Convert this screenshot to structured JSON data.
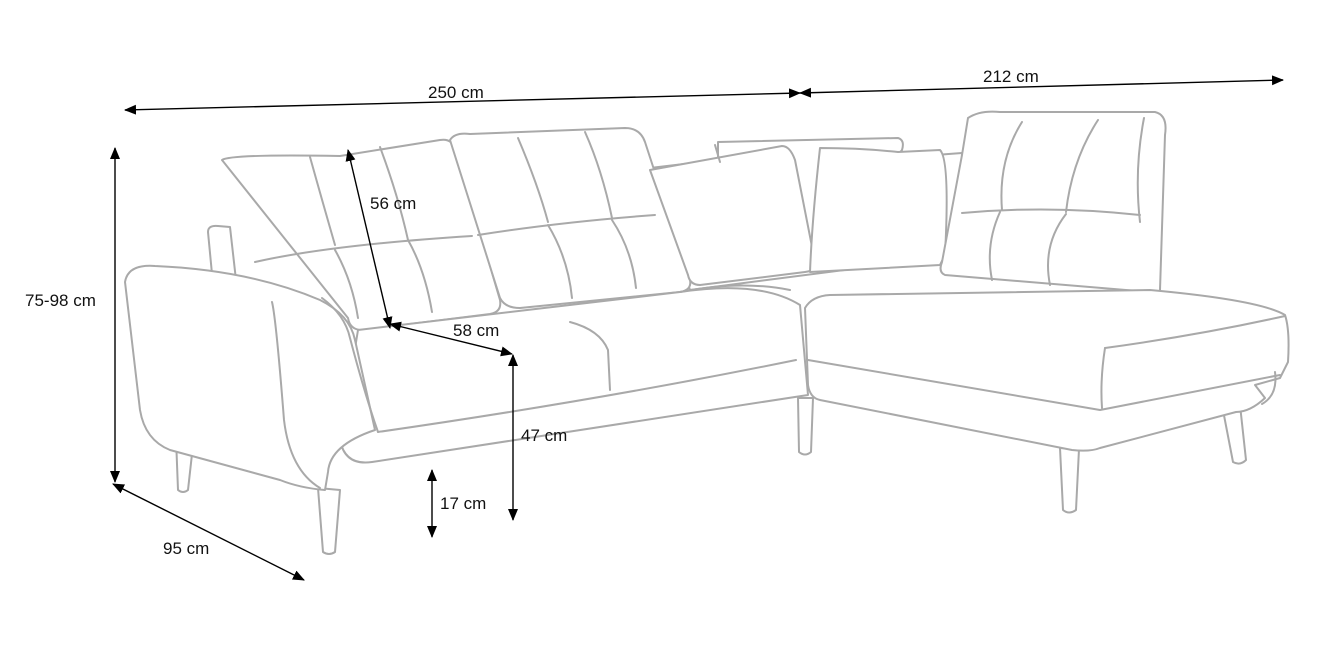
{
  "dimensions": {
    "total_width": "250 cm",
    "chaise_length": "212 cm",
    "height": "75-98 cm",
    "backrest_height": "56 cm",
    "seat_depth": "58 cm",
    "seat_height": "47 cm",
    "leg_height": "17 cm",
    "depth": "95 cm"
  }
}
